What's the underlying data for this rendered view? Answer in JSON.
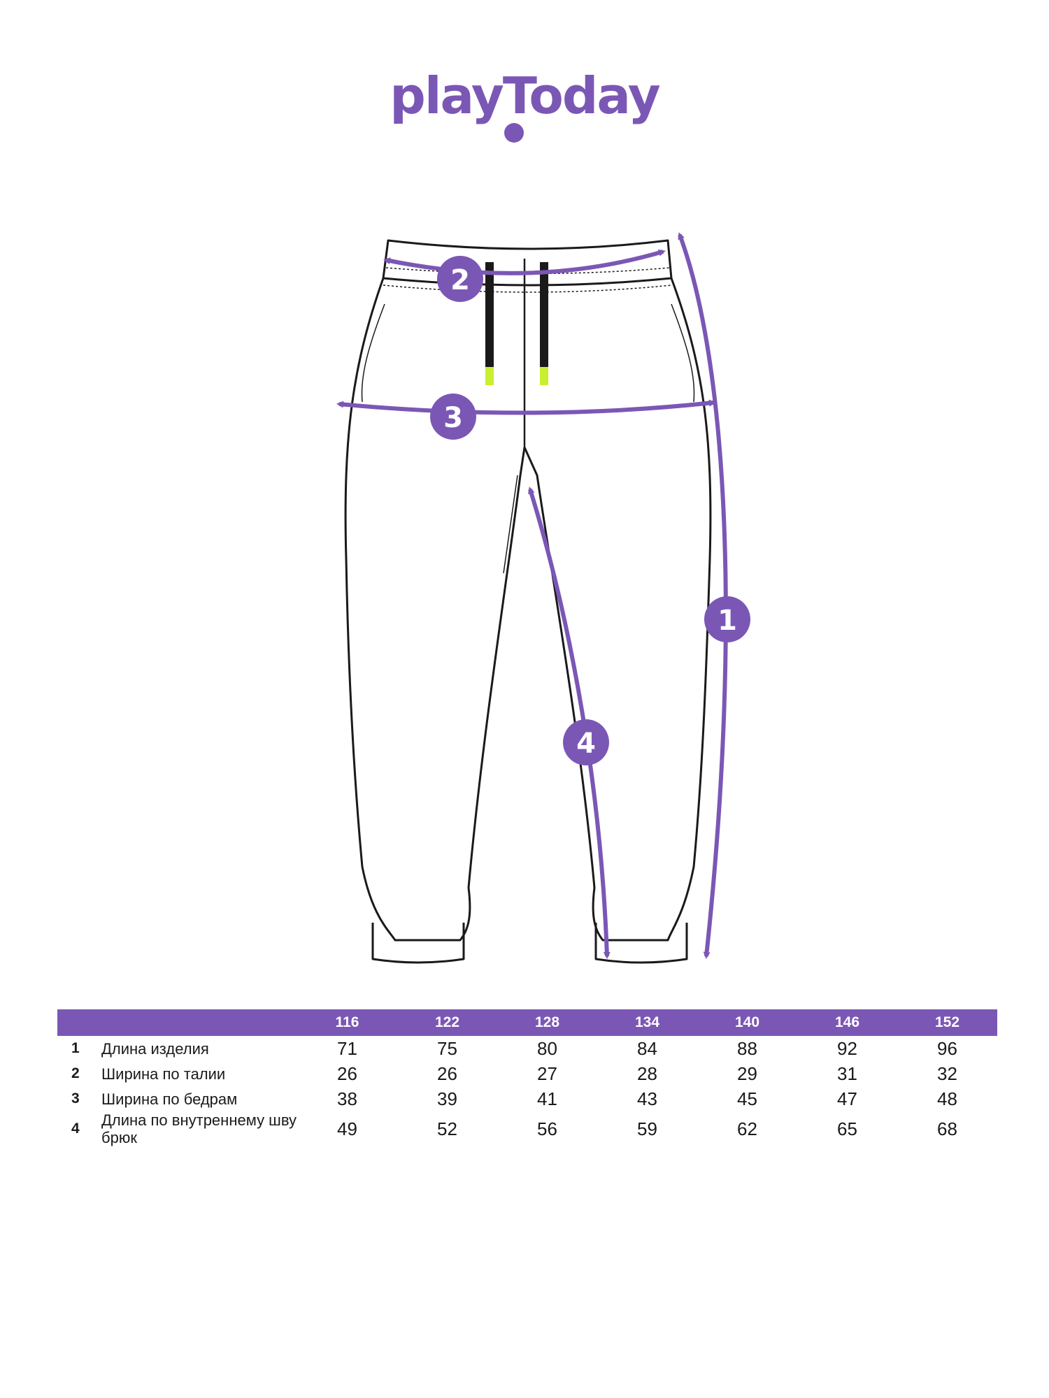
{
  "brand": {
    "logo_text": "playToday",
    "color": "#7b57b5"
  },
  "colors": {
    "accent": "#7b57b5",
    "drawcord_tip": "#c8f031",
    "outline": "#1a1a1a"
  },
  "diagram": {
    "badges": [
      {
        "label": "1",
        "name": "length"
      },
      {
        "label": "2",
        "name": "waist-width"
      },
      {
        "label": "3",
        "name": "hip-width"
      },
      {
        "label": "4",
        "name": "inseam-length"
      }
    ]
  },
  "table": {
    "sizes": [
      "116",
      "122",
      "128",
      "134",
      "140",
      "146",
      "152"
    ],
    "rows": [
      {
        "num": "1",
        "param": "Длина изделия",
        "values": [
          "71",
          "75",
          "80",
          "84",
          "88",
          "92",
          "96"
        ]
      },
      {
        "num": "2",
        "param": "Ширина по талии",
        "values": [
          "26",
          "26",
          "27",
          "28",
          "29",
          "31",
          "32"
        ]
      },
      {
        "num": "3",
        "param": "Ширина по бедрам",
        "values": [
          "38",
          "39",
          "41",
          "43",
          "45",
          "47",
          "48"
        ]
      },
      {
        "num": "4",
        "param": "Длина по внутреннему шву брюк",
        "values": [
          "49",
          "52",
          "56",
          "59",
          "62",
          "65",
          "68"
        ]
      }
    ]
  }
}
